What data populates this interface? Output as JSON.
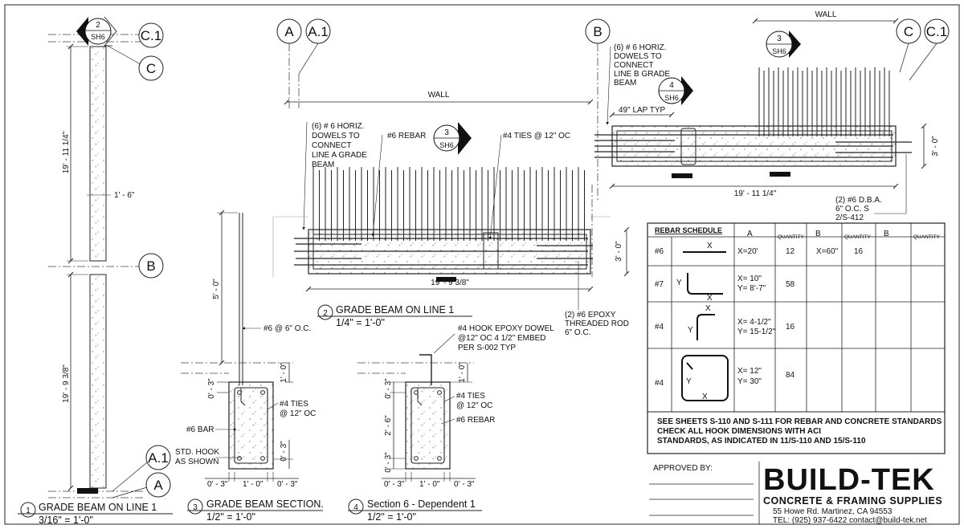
{
  "bubbles": {
    "c1_left": "C.1",
    "c_left": "C",
    "b_left": "B",
    "a1_left": "A.1",
    "a_left": "A",
    "a_top": "A",
    "a1_top": "A.1",
    "b_top": "B",
    "c_right": "C",
    "c1_right": "C.1"
  },
  "section_markers": {
    "s1_num": "2",
    "s1_sheet": "SH6",
    "s2_num": "3",
    "s2_sheet": "SH6",
    "s3_num": "3",
    "s3_sheet": "SH6",
    "s4_num": "4",
    "s4_sheet": "SH6"
  },
  "view1": {
    "dim_top": "19' - 11 1/4\"",
    "dim_bottom": "19' - 9 3/8\"",
    "dim_width": "1' - 6\"",
    "num": "1",
    "title": "GRADE  BEAM ON LINE 1",
    "scale": "3/16\" = 1'-0\""
  },
  "view2": {
    "wall": "WALL",
    "dowels_note": [
      "(6) # 6 HORIZ.",
      "DOWELS TO",
      "CONNECT",
      "LINE A GRADE",
      "BEAM"
    ],
    "rebar_note": "#6 REBAR",
    "ties_note": "#4 TIES @ 12\" OC",
    "dim_len": "19' - 9 3/8\"",
    "dim_h": "3' - 0\"",
    "epoxy_note": [
      "(2) #6 EPOXY",
      "THREADED ROD",
      "6\" O.C."
    ],
    "num": "2",
    "title": "GRADE BEAM ON LINE 1",
    "scale": "1/4\" = 1'-0\""
  },
  "view2b": {
    "wall": "WALL",
    "dowels_note": [
      "(6) # 6 HORIZ.",
      "DOWELS TO",
      "CONNECT",
      "LINE B GRADE",
      "BEAM"
    ],
    "lap": "49\" LAP TYP",
    "dim_len": "19' - 11 1/4\"",
    "dim_h": "3' - 0\"",
    "dba_note": [
      "(2) #6 D.B.A.",
      "6\" O.C. S",
      "2/S-412"
    ]
  },
  "view3": {
    "bar_note": "#6 @ 6\" O.C.",
    "dim_v": "5' - 0\"",
    "dim_top": "1' - 0\"",
    "dim_left": "0' - 3\"",
    "ties": [
      "#4 TIES",
      "@ 12\" OC"
    ],
    "bar6": "#6 BAR",
    "hook": [
      "STD. HOOK",
      "AS SHOWN"
    ],
    "dim_right": "0' - 3\"",
    "dim_b1": "0' - 3\"",
    "dim_b2": "1' - 0\"",
    "dim_b3": "0' - 3\"",
    "num": "3",
    "title": "GRADE BEAM SECTION.",
    "scale": "1/2\" = 1'-0\""
  },
  "view4": {
    "hook_note": [
      "#4 HOOK EPOXY DOWEL",
      "@12\" OC 4 1/2\" EMBED",
      "PER S-002 TYP"
    ],
    "dim_top": "1' - 0\"",
    "dim_l1": "0' - 3\"",
    "dim_l2": "2' - 6\"",
    "dim_l3": "0' - 3\"",
    "ties": [
      "#4 TIES",
      "@ 12\" OC"
    ],
    "rebar": "#6 REBAR",
    "dim_b1": "0' - 3\"",
    "dim_b2": "1' - 0\"",
    "dim_b3": "0' - 3\"",
    "num": "4",
    "title": "Section 6 - Dependent 1",
    "scale": "1/2\" = 1'-0\""
  },
  "schedule": {
    "title": "REBAR SCHEDULE",
    "headers": [
      "A",
      "QUANTITY",
      "B",
      "QUANTITY",
      "B",
      "QUANTITY"
    ],
    "rows": [
      {
        "bar": "#6",
        "a": [
          "X=20'"
        ],
        "qty": "12",
        "b": [
          "X=60\""
        ],
        "qty2": "16"
      },
      {
        "bar": "#7",
        "a": [
          "X= 10\"",
          "Y= 8'-7\""
        ],
        "qty": "58",
        "b": [],
        "qty2": ""
      },
      {
        "bar": "#4",
        "a": [
          "X= 4-1/2\"",
          "Y= 15-1/2\""
        ],
        "qty": "16",
        "b": [],
        "qty2": ""
      },
      {
        "bar": "#4",
        "a": [
          "X= 12\"",
          "Y= 30\""
        ],
        "qty": "84",
        "b": [],
        "qty2": ""
      }
    ],
    "shape_labels": {
      "x": "X",
      "y": "Y"
    },
    "notes": [
      "SEE SHEETS S-110 AND S-111 FOR REBAR AND CONCRETE STANDARDS",
      "CHECK ALL HOOK DIMENSIONS WITH ACI",
      "STANDARDS, AS INDICATED IN 11/S-110 AND 15/S-110"
    ]
  },
  "approval": {
    "label": "APPROVED BY:"
  },
  "logo": {
    "name": "BUILD-TEK",
    "tagline": "CONCRETE & FRAMING SUPPLIES",
    "address": "55 Howe Rd. Martinez, CA 94553",
    "contact": "TEL: (925) 937-6422 contact@build-tek.net",
    "colors": {
      "blue": "#1f4e9e",
      "red": "#d62b2b"
    }
  }
}
